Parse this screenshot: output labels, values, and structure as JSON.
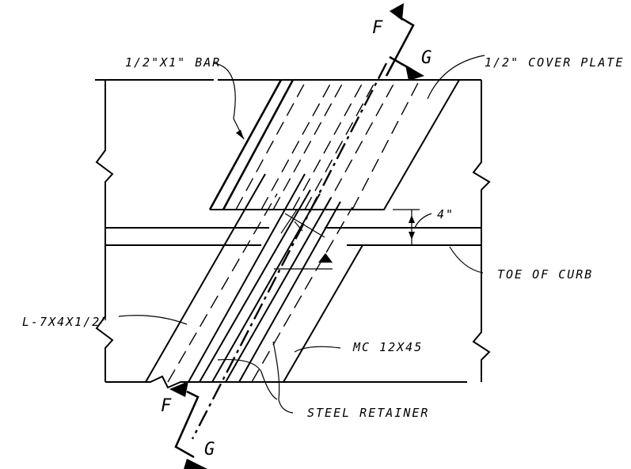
{
  "labels": {
    "bar": "1/2\"X1\" BAR",
    "cover_plate": "1/2\" COVER PLATE",
    "curb_gap": "4\"",
    "toe_of_curb": "TOE OF CURB",
    "angle": "L-7X4X1/2\"",
    "channel": "MC 12X45",
    "retainer": "STEEL RETAINER"
  },
  "section_cuts": {
    "top_f": "F",
    "top_g": "G",
    "bottom_f": "F",
    "bottom_g": "G"
  }
}
